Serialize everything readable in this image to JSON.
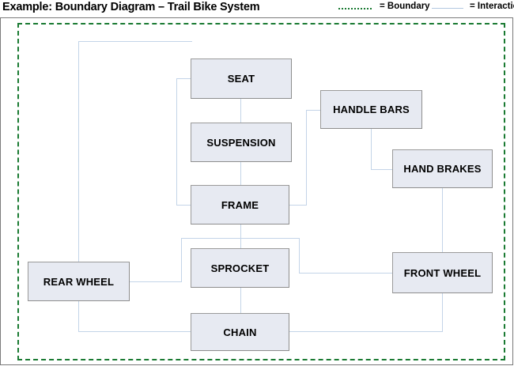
{
  "header": {
    "title": "Example: Boundary Diagram – Trail Bike System",
    "legend": [
      {
        "key": "boundary",
        "label": "= Boundary",
        "style": "dotted",
        "color": "#1a7a32"
      },
      {
        "key": "interaction",
        "label": "= Interaction",
        "style": "solid",
        "color": "#b3c8e0"
      }
    ]
  },
  "diagram": {
    "boundary_color": "#1a7a32",
    "interaction_color": "#c3d4e8",
    "node_fill": "#e7eaf2",
    "node_border": "#9a9a9a",
    "nodes": [
      {
        "id": "seat",
        "label": "SEAT"
      },
      {
        "id": "suspension",
        "label": "SUSPENSION"
      },
      {
        "id": "handle-bars",
        "label": "HANDLE BARS"
      },
      {
        "id": "hand-brakes",
        "label": "HAND BRAKES"
      },
      {
        "id": "frame",
        "label": "FRAME"
      },
      {
        "id": "sprocket",
        "label": "SPROCKET"
      },
      {
        "id": "rear-wheel",
        "label": "REAR WHEEL"
      },
      {
        "id": "front-wheel",
        "label": "FRONT WHEEL"
      },
      {
        "id": "chain",
        "label": "CHAIN"
      }
    ]
  }
}
